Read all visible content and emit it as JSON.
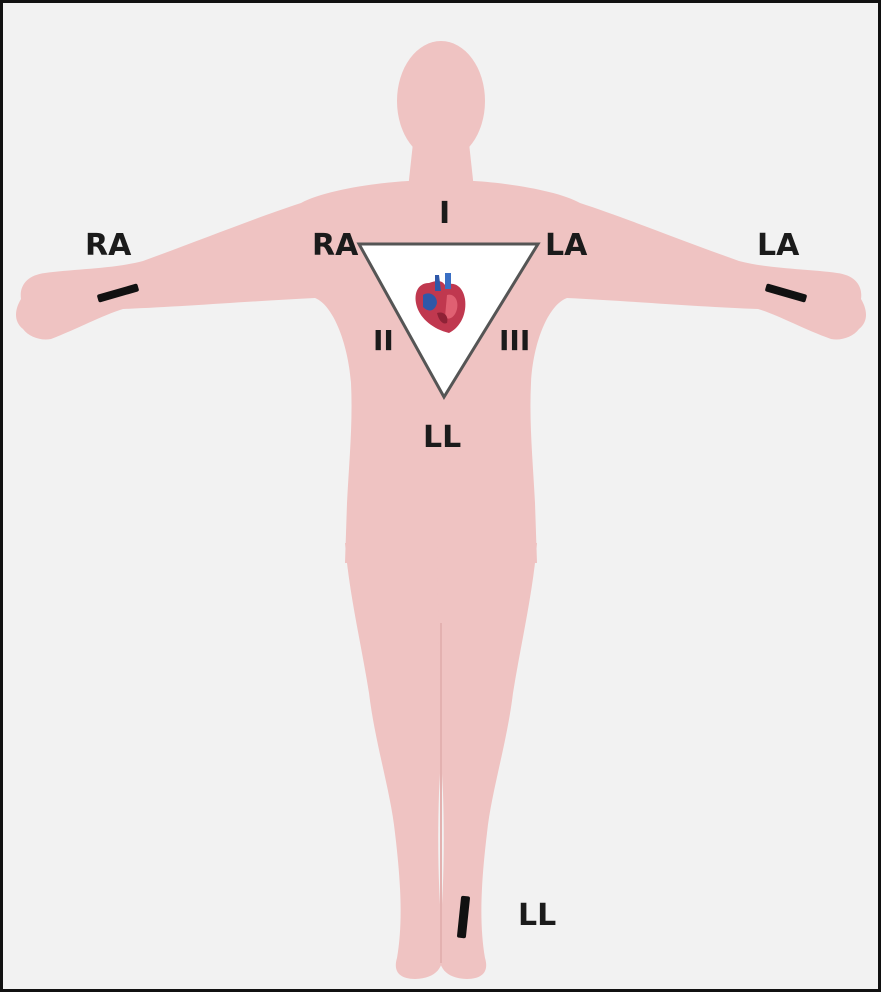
{
  "colors": {
    "skin": "#efc3c2",
    "background": "#f2f2f2",
    "triangle_fill": "#ffffff",
    "triangle_stroke": "#555555",
    "electrode": "#111111",
    "label": "#1b1b1b",
    "frame": "#111111"
  },
  "electrodes": {
    "right_arm": "RA",
    "left_arm": "LA",
    "left_leg": "LL"
  },
  "einthoven_triangle": {
    "vertex_right_arm": "RA",
    "vertex_left_arm": "LA",
    "vertex_left_leg": "LL",
    "lead_i": "I",
    "lead_ii": "II",
    "lead_iii": "III"
  },
  "icons": [
    "heart-icon"
  ]
}
